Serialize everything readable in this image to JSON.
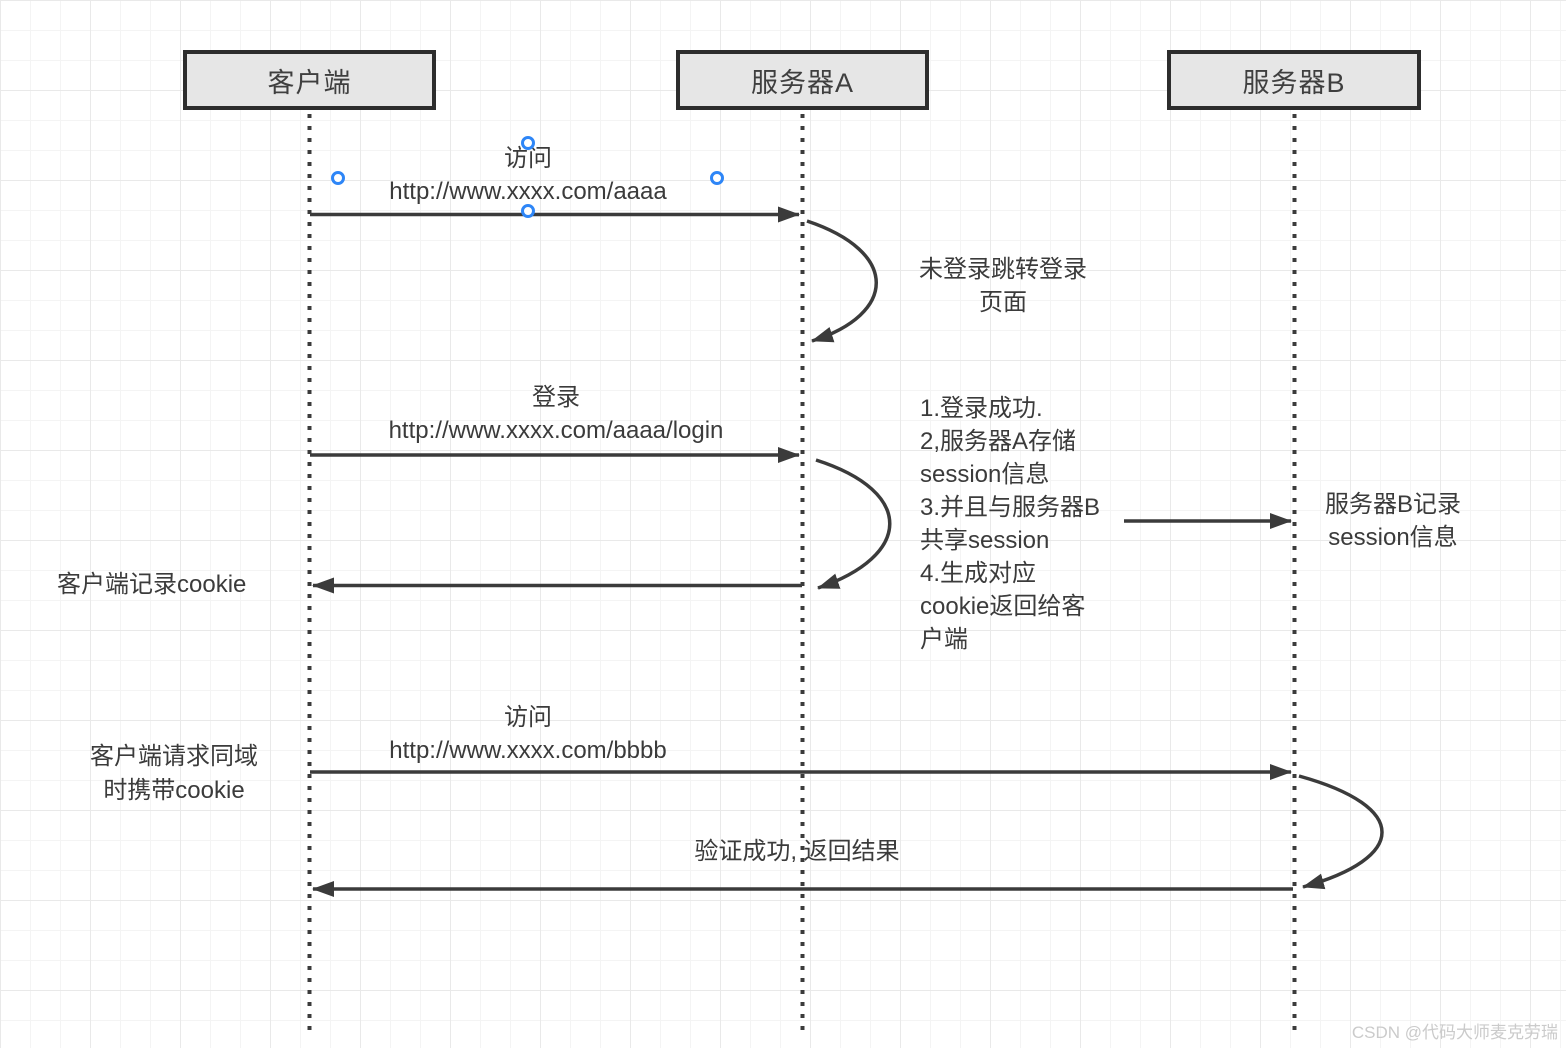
{
  "diagram": {
    "actors": [
      {
        "label": "客户端"
      },
      {
        "label": "服务器A"
      },
      {
        "label": "服务器B"
      }
    ],
    "labels": {
      "visit_aaaa": "访问\nhttp://www.xxxx.com/aaaa",
      "redirect_note": "未登录跳转登录\n页面",
      "login": "登录\nhttp://www.xxxx.com/aaaa/login",
      "server_a_note": "1.登录成功.\n2,服务器A存储\nsession信息\n3.并且与服务器B\n共享session\n4.生成对应\ncookie返回给客\n户端",
      "server_b_note": "服务器B记录\nsession信息",
      "client_cookie": "客户端记录cookie",
      "visit_bbbb": "访问\nhttp://www.xxxx.com/bbbb",
      "client_request_note": "客户端请求同域\n时携带cookie",
      "verify_result": "验证成功, 返回结果"
    },
    "watermark": "CSDN @代码大师麦克劳瑞",
    "colors": {
      "stroke": "#3b3b3b",
      "actor_fill": "#e6e6e6",
      "actor_border": "#2d2d2d",
      "handle_blue": "#2e86f7",
      "grid_minor": "#f4f4f4",
      "grid_major": "#e9e9e9",
      "watermark_gray": "#cbcbcb"
    }
  }
}
